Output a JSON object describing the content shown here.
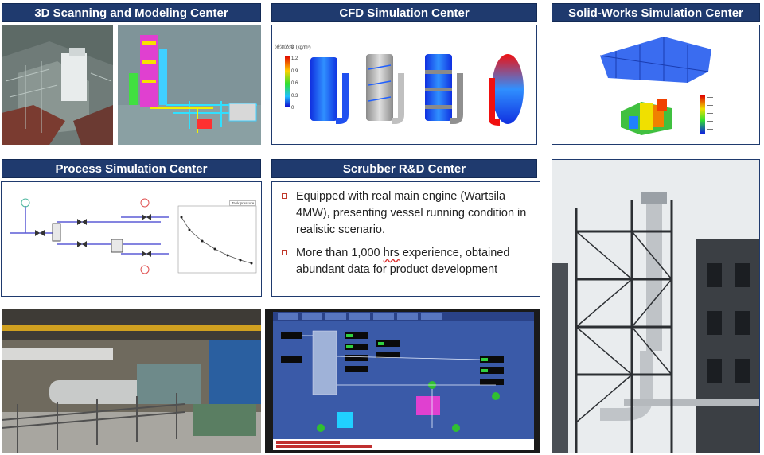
{
  "sections": {
    "scan": {
      "title": "3D Scanning and Modeling Center"
    },
    "cfd": {
      "title": "CFD Simulation Center",
      "legend_label": "液滴浓度 (kg/m³)",
      "legend_ticks": [
        "1.2",
        "0.9",
        "0.6",
        "0.3",
        "0"
      ]
    },
    "solid": {
      "title": "Solid-Works Simulation Center"
    },
    "process": {
      "title": "Process Simulation Center",
      "legend": "Tank pressure"
    },
    "scrubber": {
      "title": "Scrubber R&D Center",
      "bullet1": "Equipped with real main engine (Wartsila 4MW), presenting vessel running condition in realistic scenario.",
      "bullet2_pre": "More than 1,000 ",
      "bullet2_hrs": "hrs",
      "bullet2_post": " experience, obtained abundant data for product development"
    }
  },
  "colors": {
    "header_bg": "#1f3a6e",
    "bullet_marker": "#c0392b",
    "hmi_bg": "#3a5aa8"
  },
  "icons": [
    "square-bullet-icon"
  ]
}
